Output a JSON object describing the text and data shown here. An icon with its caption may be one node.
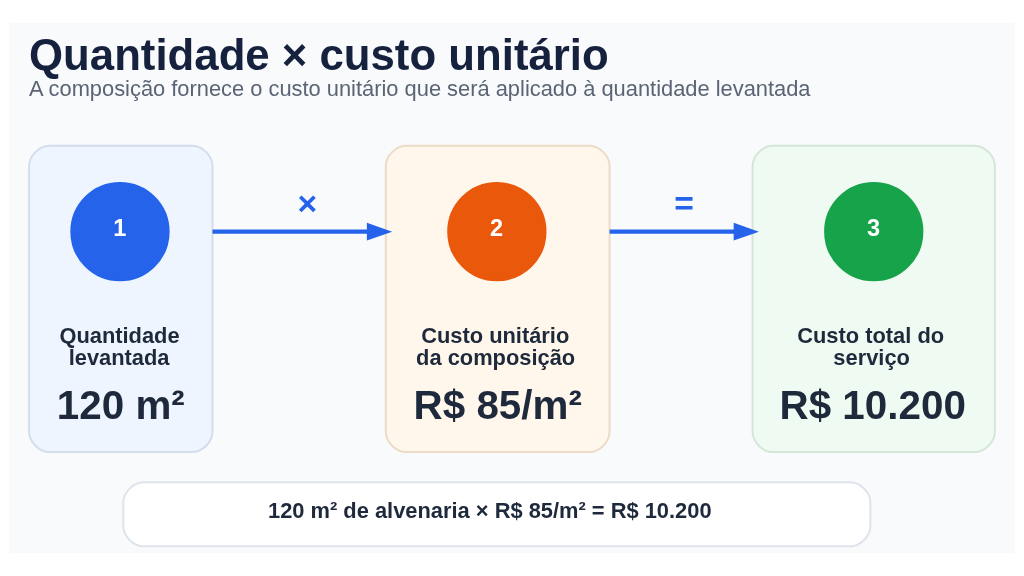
{
  "diagram": {
    "title": "Quantidade × custo unitário",
    "caption": "A composição fornece o custo unitário que será aplicado à quantidade levantada",
    "nodes": [
      {
        "text": [
          "Quantidade levantada",
          "120 m²"
        ]
      },
      {
        "text": [
          "1"
        ],
        "in": 0
      },
      {
        "text": [
          "Custo unitário da composição",
          "R$ 85/m²"
        ]
      },
      {
        "text": [
          "2"
        ],
        "in": 2
      },
      {
        "text": [
          "Custo total do serviço",
          "R$ 10.200"
        ]
      },
      {
        "text": [
          "3"
        ],
        "in": 4
      },
      {
        "text": [
          "120 m² de alvenaria × R$ 85/m² = R$ 10.200"
        ]
      }
    ],
    "edges": [
      {
        "from": 0,
        "to": 2,
        "arrow": "to",
        "label": "×"
      },
      {
        "from": 2,
        "to": 4,
        "arrow": "to",
        "label": "="
      }
    ]
  }
}
